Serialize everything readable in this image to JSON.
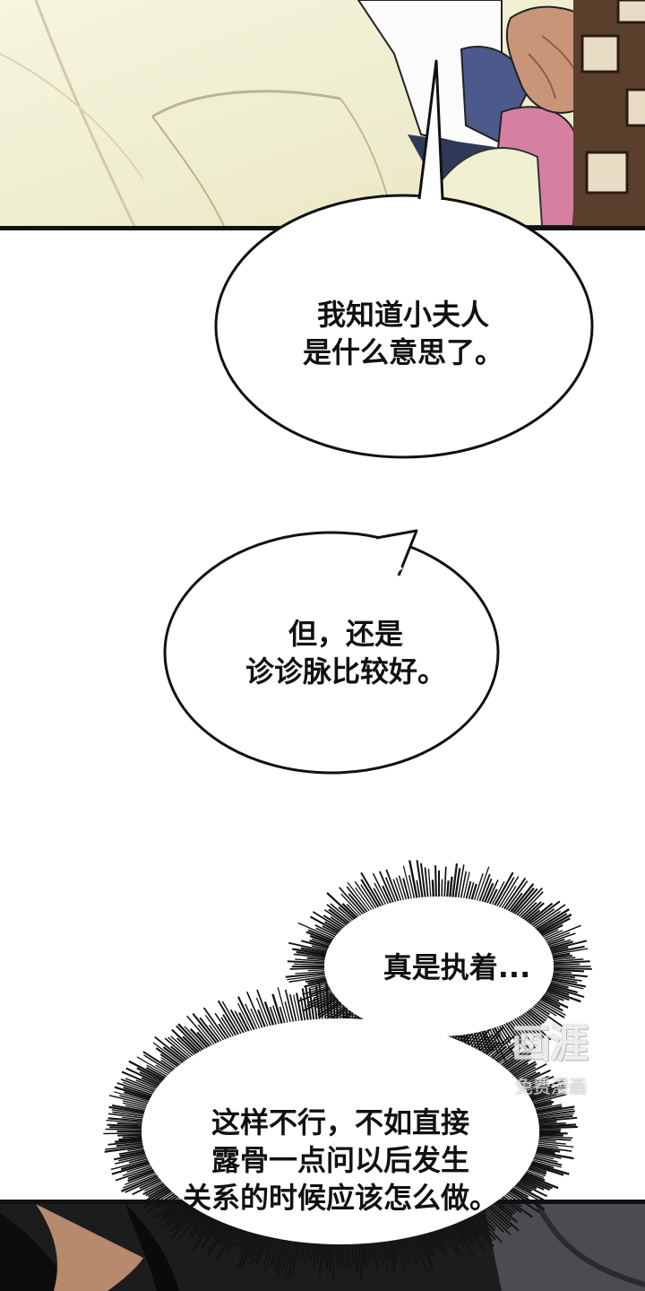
{
  "panels": {
    "top_panel": {
      "scene": "illustration"
    },
    "bottom_panel": {
      "scene": "illustration"
    }
  },
  "bubbles": {
    "bubble1": {
      "lines": [
        "我知道小夫人",
        "是什么意思了。"
      ]
    },
    "bubble2": {
      "lines": [
        "但，还是",
        "诊诊脉比较好。"
      ]
    },
    "bubble3": {
      "lines": [
        "真是执着..."
      ]
    },
    "bubble4": {
      "lines": [
        "这样不行，不如直接",
        "露骨一点问以后发生",
        "关系的时候应该怎么做。"
      ]
    }
  },
  "watermark": {
    "logo_text": "画涯",
    "sub_text": "免费漫画"
  },
  "colors": {
    "ink": "#111111",
    "paper": "#ffffff",
    "panel_cream": "#f1efd2",
    "sleeve_blue": "#4b5a8a",
    "sleeve_pink": "#d67fa3",
    "skin": "#c99578",
    "bg_brown": "#5a3f2c"
  }
}
